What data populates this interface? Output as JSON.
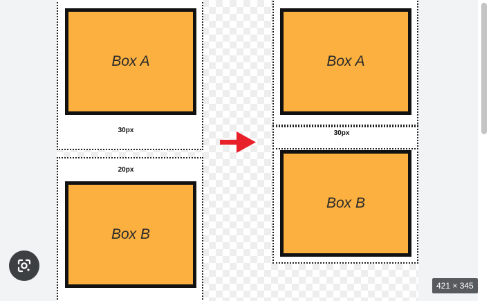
{
  "diagram": {
    "left": {
      "box_a_label": "Box A",
      "box_a_margin": "30px",
      "box_b_margin": "20px",
      "box_b_label": "Box B"
    },
    "right": {
      "box_a_label": "Box A",
      "collapsed_margin": "30px",
      "box_b_label": "Box B"
    },
    "arrow_color": "#e8202a",
    "box_color": "#fbb040"
  },
  "viewer": {
    "lens_icon": "google-lens-icon",
    "image_size": "421 × 345"
  }
}
